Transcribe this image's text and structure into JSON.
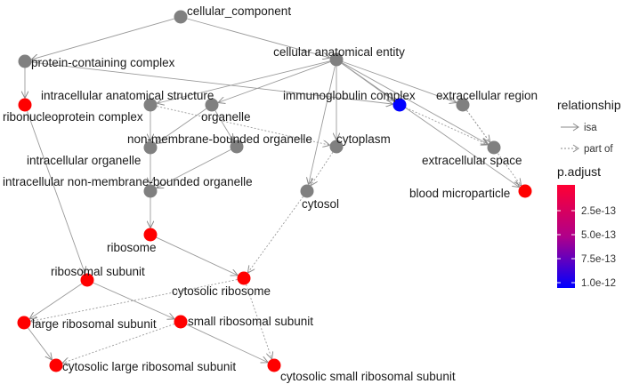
{
  "legend": {
    "relationship_title": "relationship",
    "relationship_items": [
      {
        "label": "isa",
        "style": "solid"
      },
      {
        "label": "part of",
        "style": "dotted"
      }
    ],
    "padj_title": "p.adjust",
    "padj_ticks": [
      "2.5e-13",
      "5.0e-13",
      "7.5e-13",
      "1.0e-12"
    ],
    "padj_colors": {
      "low": "#ff0033",
      "high": "#0000ff"
    }
  },
  "colors": {
    "unannotated": "#808080",
    "edge": "#9a9a9a",
    "significant_red": "#ff0000",
    "significant_blue": "#0000ff"
  },
  "nodes": [
    {
      "id": "cellular_component",
      "label": "cellular_component",
      "color": "#808080"
    },
    {
      "id": "protein_containing_complex",
      "label": "protein-containing complex",
      "color": "#808080"
    },
    {
      "id": "cellular_anatomical_entity",
      "label": "cellular anatomical entity",
      "color": "#808080"
    },
    {
      "id": "ribonucleoprotein_complex",
      "label": "ribonucleoprotein complex",
      "color": "#ff0000"
    },
    {
      "id": "intracellular_anatomical_structure",
      "label": "intracellular anatomical structure",
      "color": "#808080"
    },
    {
      "id": "organelle",
      "label": "organelle",
      "color": "#808080"
    },
    {
      "id": "immunoglobulin_complex",
      "label": "immunoglobulin complex",
      "color": "#0000ff"
    },
    {
      "id": "extracellular_region",
      "label": "extracellular region",
      "color": "#808080"
    },
    {
      "id": "non_membrane_bounded_organelle",
      "label": "non-membrane-bounded organelle",
      "color": "#808080"
    },
    {
      "id": "cytoplasm",
      "label": "cytoplasm",
      "color": "#808080"
    },
    {
      "id": "intracellular_organelle",
      "label": "intracellular organelle",
      "color": "#808080"
    },
    {
      "id": "extracellular_space",
      "label": "extracellular space",
      "color": "#808080"
    },
    {
      "id": "intracellular_non_membrane_bounded_organelle",
      "label": "intracellular non-membrane-bounded organelle",
      "color": "#808080"
    },
    {
      "id": "blood_microparticle",
      "label": "blood microparticle",
      "color": "#ff0000"
    },
    {
      "id": "cytosol",
      "label": "cytosol",
      "color": "#808080"
    },
    {
      "id": "ribosome",
      "label": "ribosome",
      "color": "#ff0000"
    },
    {
      "id": "ribosomal_subunit",
      "label": "ribosomal subunit",
      "color": "#ff0000"
    },
    {
      "id": "cytosolic_ribosome",
      "label": "cytosolic ribosome",
      "color": "#ff0000"
    },
    {
      "id": "large_ribosomal_subunit",
      "label": "large ribosomal subunit",
      "color": "#ff0000"
    },
    {
      "id": "small_ribosomal_subunit",
      "label": "small ribosomal subunit",
      "color": "#ff0000"
    },
    {
      "id": "cytosolic_large_ribosomal_subunit",
      "label": "cytosolic large ribosomal subunit",
      "color": "#ff0000"
    },
    {
      "id": "cytosolic_small_ribosomal_subunit",
      "label": "cytosolic small ribosomal subunit",
      "color": "#ff0000"
    }
  ],
  "edges": [
    {
      "from": "cellular_component",
      "to": "protein_containing_complex",
      "type": "isa"
    },
    {
      "from": "cellular_component",
      "to": "cellular_anatomical_entity",
      "type": "isa"
    },
    {
      "from": "protein_containing_complex",
      "to": "ribonucleoprotein_complex",
      "type": "isa"
    },
    {
      "from": "protein_containing_complex",
      "to": "immunoglobulin_complex",
      "type": "isa"
    },
    {
      "from": "cellular_anatomical_entity",
      "to": "intracellular_anatomical_structure",
      "type": "isa"
    },
    {
      "from": "cellular_anatomical_entity",
      "to": "organelle",
      "type": "isa"
    },
    {
      "from": "cellular_anatomical_entity",
      "to": "immunoglobulin_complex",
      "type": "isa"
    },
    {
      "from": "cellular_anatomical_entity",
      "to": "extracellular_region",
      "type": "isa"
    },
    {
      "from": "cellular_anatomical_entity",
      "to": "cytoplasm",
      "type": "isa"
    },
    {
      "from": "cellular_anatomical_entity",
      "to": "cytosol",
      "type": "isa"
    },
    {
      "from": "cellular_anatomical_entity",
      "to": "extracellular_space",
      "type": "isa"
    },
    {
      "from": "cellular_anatomical_entity",
      "to": "blood_microparticle",
      "type": "isa"
    },
    {
      "from": "extracellular_region",
      "to": "extracellular_space",
      "type": "part of"
    },
    {
      "from": "immunoglobulin_complex",
      "to": "extracellular_space",
      "type": "part of"
    },
    {
      "from": "extracellular_region",
      "to": "blood_microparticle",
      "type": "part of"
    },
    {
      "from": "organelle",
      "to": "non_membrane_bounded_organelle",
      "type": "isa"
    },
    {
      "from": "organelle",
      "to": "intracellular_organelle",
      "type": "isa"
    },
    {
      "from": "intracellular_anatomical_structure",
      "to": "intracellular_organelle",
      "type": "isa"
    },
    {
      "from": "intracellular_anatomical_structure",
      "to": "cytoplasm",
      "type": "part of"
    },
    {
      "from": "non_membrane_bounded_organelle",
      "to": "intracellular_non_membrane_bounded_organelle",
      "type": "isa"
    },
    {
      "from": "intracellular_organelle",
      "to": "intracellular_non_membrane_bounded_organelle",
      "type": "isa"
    },
    {
      "from": "cytoplasm",
      "to": "cytosol",
      "type": "part of"
    },
    {
      "from": "intracellular_non_membrane_bounded_organelle",
      "to": "ribosome",
      "type": "isa"
    },
    {
      "from": "ribonucleoprotein_complex",
      "to": "ribosomal_subunit",
      "type": "isa"
    },
    {
      "from": "ribosome",
      "to": "cytosolic_ribosome",
      "type": "isa"
    },
    {
      "from": "cytosol",
      "to": "cytosolic_ribosome",
      "type": "part of"
    },
    {
      "from": "ribosomal_subunit",
      "to": "large_ribosomal_subunit",
      "type": "isa"
    },
    {
      "from": "ribosomal_subunit",
      "to": "small_ribosomal_subunit",
      "type": "isa"
    },
    {
      "from": "cytosolic_ribosome",
      "to": "large_ribosomal_subunit",
      "type": "part of"
    },
    {
      "from": "cytosolic_ribosome",
      "to": "cytosolic_small_ribosomal_subunit",
      "type": "part of"
    },
    {
      "from": "large_ribosomal_subunit",
      "to": "cytosolic_large_ribosomal_subunit",
      "type": "isa"
    },
    {
      "from": "small_ribosomal_subunit",
      "to": "cytosolic_large_ribosomal_subunit",
      "type": "part of"
    },
    {
      "from": "small_ribosomal_subunit",
      "to": "cytosolic_small_ribosomal_subunit",
      "type": "isa"
    }
  ]
}
